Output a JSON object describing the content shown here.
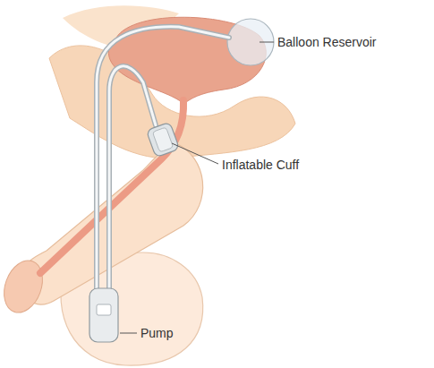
{
  "diagram": {
    "labels": [
      "Balloon Reservoir",
      "Inflatable Cuff",
      "Pump"
    ]
  }
}
